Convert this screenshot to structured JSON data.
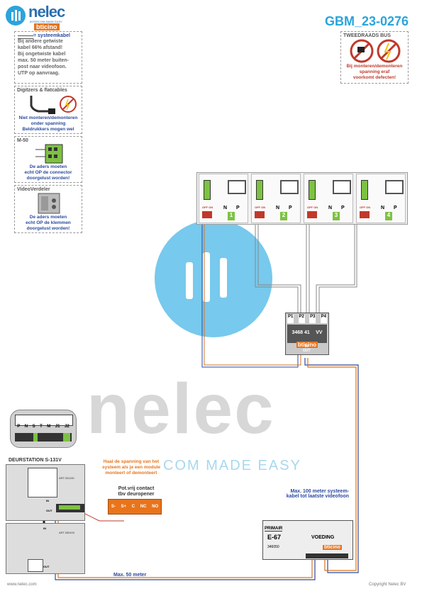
{
  "header": {
    "logo_name": "nelec",
    "logo_tagline": "INTERCOM MADE EASY",
    "logo_brand": "bticino",
    "doc_id": "GBM_23-0276"
  },
  "notes": {
    "system_cable": {
      "title": "= systeemkabel",
      "lines": [
        "Bij andere getwiste",
        "kabel 66% afstand!",
        "Bij ongetwiste kabel",
        "max. 50 meter buiten-",
        "post naar videofoon.",
        "UTP op aanvraag."
      ]
    },
    "digitizers": {
      "title": "Digitzers & flatcables",
      "lines": [
        "Niet monteren/demonteren",
        "onder spanning",
        "Beldrukkers mogen wel"
      ]
    },
    "m50": {
      "title": "M-50",
      "lines": [
        "De aders moeten",
        "echt OP de connector",
        "doorgelust worden!"
      ]
    },
    "videoverdeler": {
      "title": "VideoVerdeler",
      "lines": [
        "De aders moeten",
        "echt OP de klemmen",
        "doorgelust worden!"
      ]
    },
    "two_wire": {
      "title": "TWEEDRAADS BUS",
      "lines": [
        "Bij monteren/demonteren",
        "spanning eraf",
        "voorkomt defecten!"
      ]
    }
  },
  "monitors": [
    {
      "n": "N",
      "p": "P",
      "num": "1",
      "off_on": "OFF ON"
    },
    {
      "n": "N",
      "p": "P",
      "num": "2",
      "off_on": "OFF ON"
    },
    {
      "n": "N",
      "p": "P",
      "num": "3",
      "off_on": "OFF ON"
    },
    {
      "n": "N",
      "p": "P",
      "num": "4",
      "off_on": "OFF ON"
    }
  ],
  "distributor": {
    "ports": [
      "P1",
      "P2",
      "P3",
      "P4"
    ],
    "model": "3468 41",
    "vv": "VV",
    "brand": "bticino",
    "in_label": "IN",
    "out_label": "OUT"
  },
  "door_station": {
    "title": "DEURSTATION S-131V",
    "terminals": [
      "P",
      "N",
      "S",
      "T",
      "M",
      "J1",
      "J2"
    ],
    "module_code_1": "ART.331100",
    "module_code_2": "ART.352400",
    "in_label": "IN",
    "out_label": "OUT",
    "in_label_2": "IN",
    "out_label_2": "OUT",
    "warning_lines": [
      "Haal de spanning van het",
      "systeem als je een module",
      "monteert of demonteert"
    ]
  },
  "relay": {
    "title_lines": [
      "Pot.vrij contact",
      "tbv deuropener"
    ],
    "terminals": [
      "S-",
      "S+",
      "C",
      "NC",
      "NO"
    ]
  },
  "power_supply": {
    "primary_label": "PRIMAIR",
    "model": "E-67",
    "name": "VOEDING",
    "code": "346050",
    "brand": "bticino"
  },
  "cable_labels": {
    "max100": [
      "Max. 100 meter systeem-",
      "kabel tot laatste videofoon"
    ],
    "max50": "Max. 50 meter"
  },
  "watermark": {
    "word": "nelec",
    "tagline": "COM MADE EASY"
  },
  "footer": {
    "left": "www.nelec.com",
    "right": "Copyright Nelec BV"
  },
  "colors": {
    "brand_blue": "#2aa4dc",
    "cable_blue": "#2b4aa0",
    "cable_orange": "#d9731f",
    "warning_red": "#c0392b"
  }
}
